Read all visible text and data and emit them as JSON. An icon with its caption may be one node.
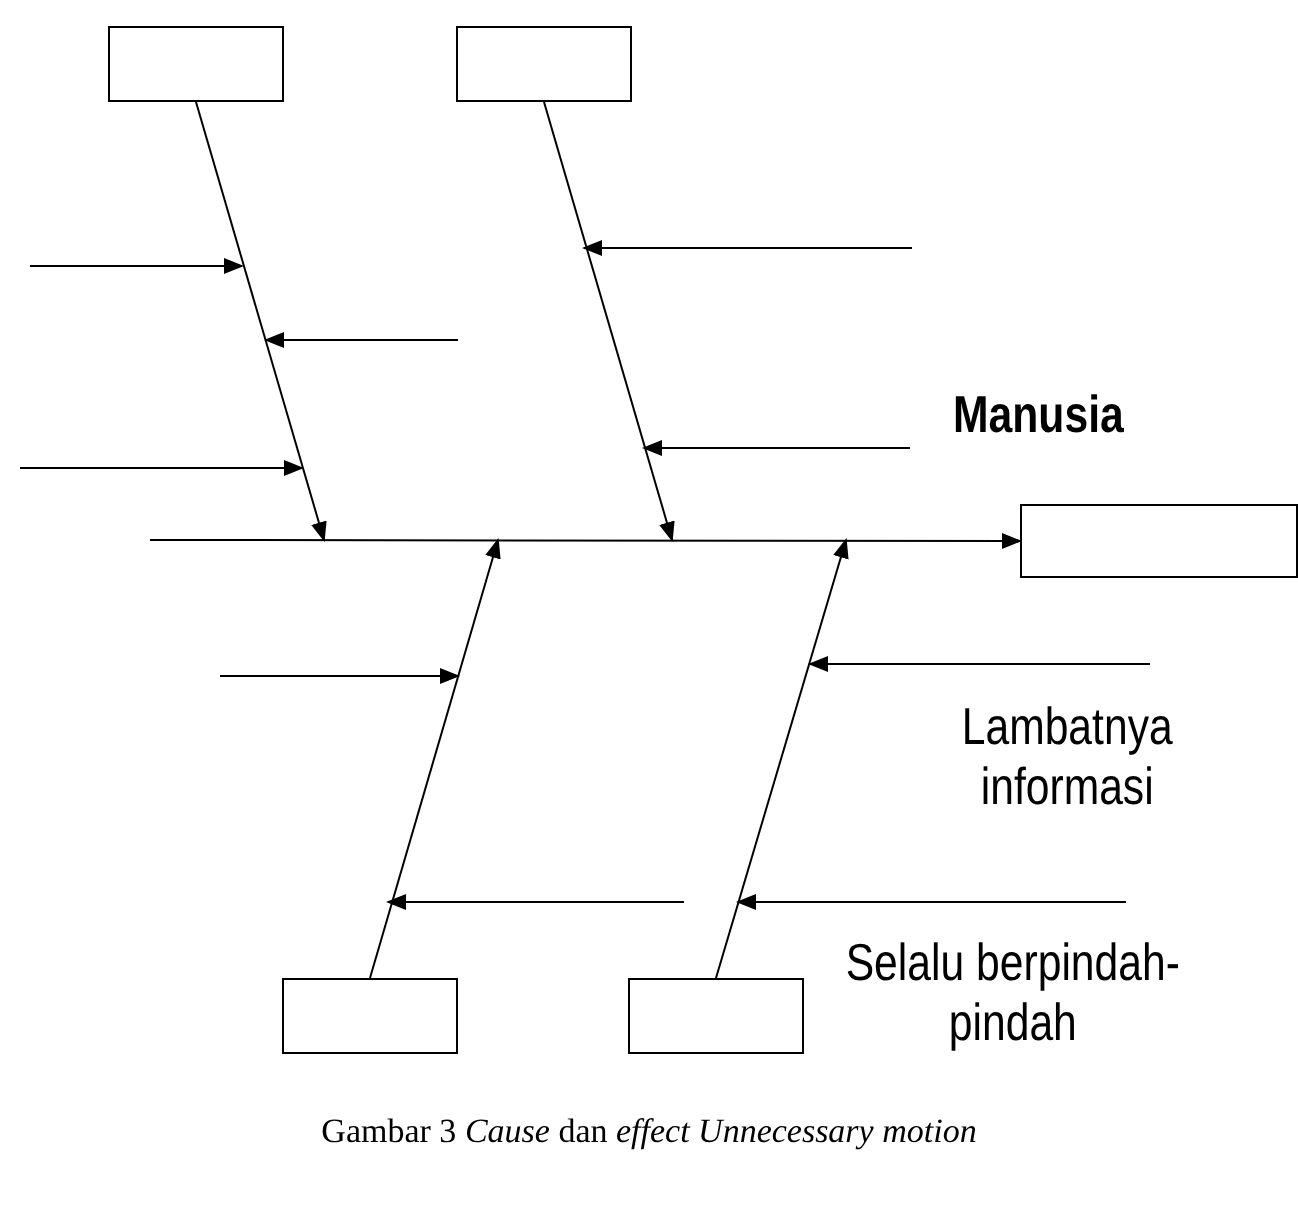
{
  "diagram": {
    "caption": "Gambar 3 *Cause* dan *effect Unnecessary motion*",
    "nodes": [
      {
        "text": [],
        "shape": "box"
      },
      {
        "text": [],
        "shape": "box"
      },
      {
        "text": [],
        "shape": "box"
      },
      {
        "text": [],
        "shape": "box"
      },
      {
        "text": [],
        "shape": "box"
      }
    ],
    "edges": [
      {
        "from": null,
        "to": 2,
        "arrow": "to"
      },
      {
        "from": 0,
        "to": null,
        "arrow": "to"
      },
      {
        "from": 1,
        "to": null,
        "arrow": "to"
      },
      {
        "from": 3,
        "to": null,
        "arrow": "to"
      },
      {
        "from": 4,
        "to": null,
        "arrow": "to"
      }
    ],
    "labels": [
      "Manusia",
      "Lambatnya informasi",
      "Selalu berpindah-pindah"
    ]
  }
}
